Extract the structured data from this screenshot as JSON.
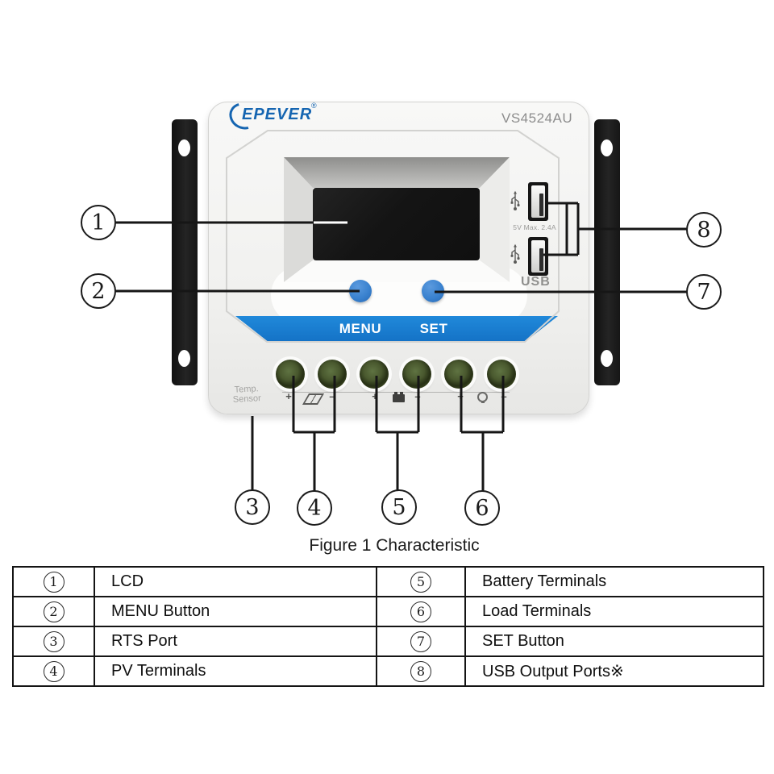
{
  "device": {
    "brand": "EPEVER",
    "registered_mark": "®",
    "model": "VS4524AU",
    "buttons": {
      "menu": "MENU",
      "set": "SET"
    },
    "usb": {
      "label": "USB",
      "rating": "5V Max. 2.4A"
    },
    "temp_sensor": {
      "line1": "Temp.",
      "line2": "Sensor"
    },
    "polarity": {
      "plus": "+",
      "minus": "–"
    }
  },
  "callouts": [
    "1",
    "2",
    "3",
    "4",
    "5",
    "6",
    "7",
    "8"
  ],
  "caption": "Figure 1 Characteristic",
  "legend_table": {
    "rows": [
      {
        "left_num": "1",
        "left_label": "LCD",
        "right_num": "5",
        "right_label": "Battery Terminals"
      },
      {
        "left_num": "2",
        "left_label": "MENU Button",
        "right_num": "6",
        "right_label": "Load Terminals"
      },
      {
        "left_num": "3",
        "left_label": "RTS Port",
        "right_num": "7",
        "right_label": "SET Button"
      },
      {
        "left_num": "4",
        "left_label": "PV Terminals",
        "right_num": "8",
        "right_label": "USB Output Ports※"
      }
    ]
  }
}
